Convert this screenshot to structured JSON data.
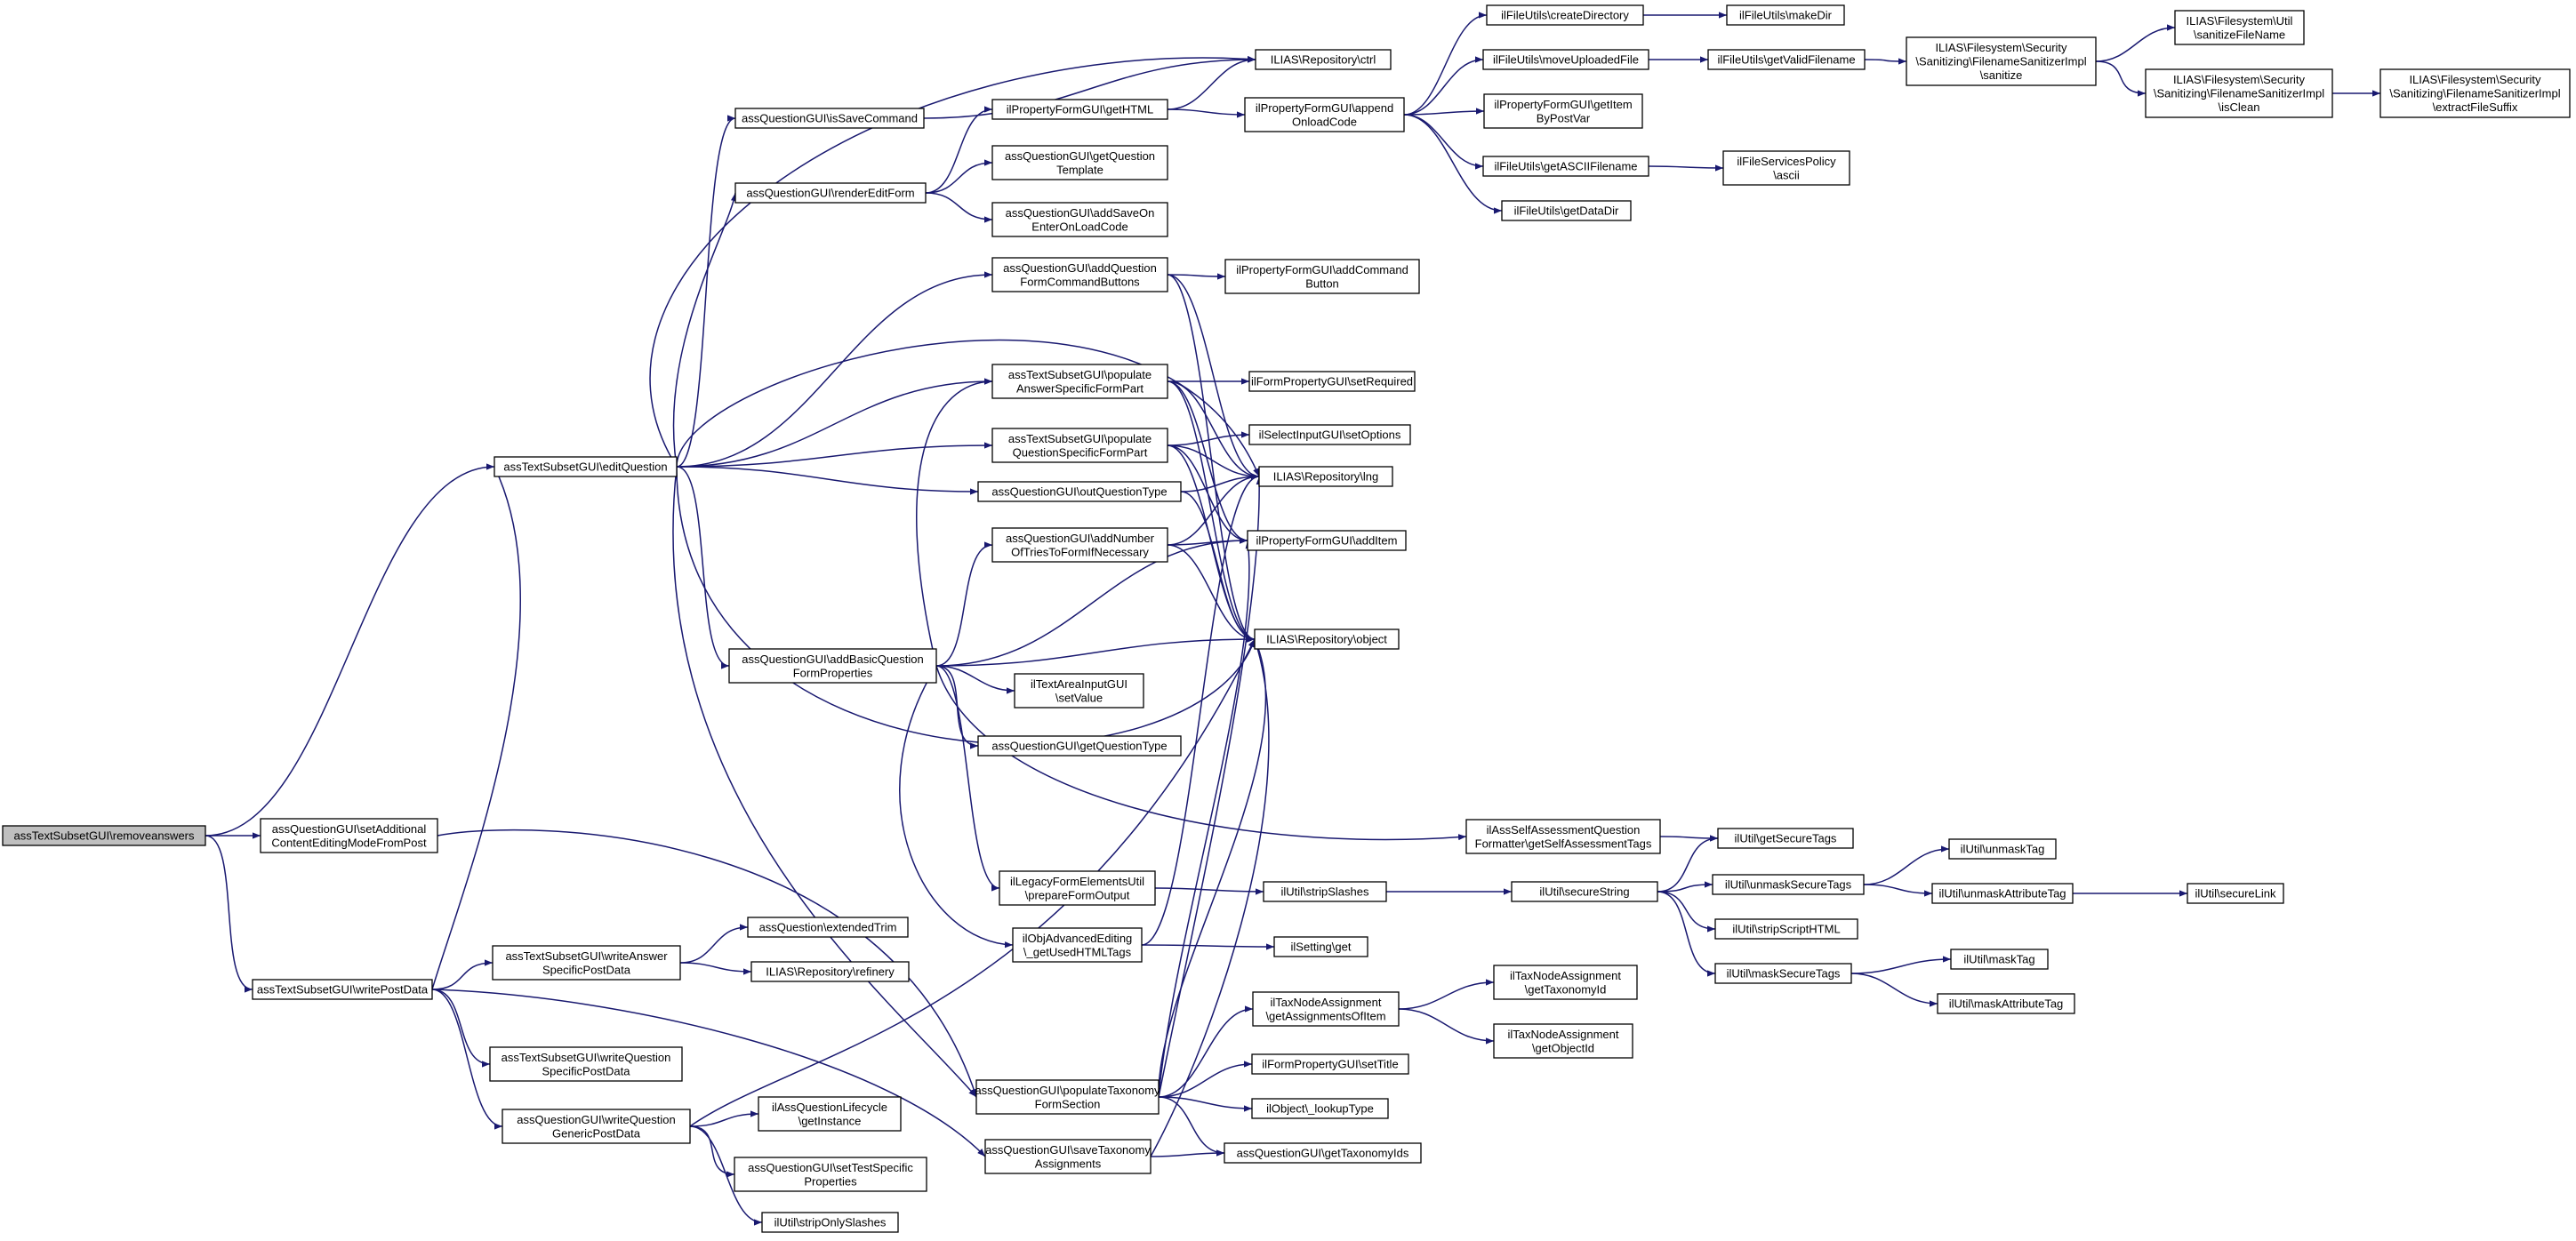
{
  "colors": {
    "edge": "#191970",
    "node_border": "#000000",
    "root_fill": "#bfbfbf",
    "node_fill": "#ffffff"
  },
  "nodes": [
    {
      "id": "removeanswers",
      "lines": [
        "assTextSubsetGUI\\removeanswers"
      ]
    },
    {
      "id": "editQuestion",
      "lines": [
        "assTextSubsetGUI\\editQuestion"
      ]
    },
    {
      "id": "setAdditional",
      "lines": [
        "assQuestionGUI\\setAdditional",
        "ContentEditingModeFromPost"
      ]
    },
    {
      "id": "writePostData",
      "lines": [
        "assTextSubsetGUI\\writePostData"
      ]
    },
    {
      "id": "isSaveCommand",
      "lines": [
        "assQuestionGUI\\isSaveCommand"
      ]
    },
    {
      "id": "renderEditForm",
      "lines": [
        "assQuestionGUI\\renderEditForm"
      ]
    },
    {
      "id": "addBasic",
      "lines": [
        "assQuestionGUI\\addBasicQuestion",
        "FormProperties"
      ]
    },
    {
      "id": "writeAnswer",
      "lines": [
        "assTextSubsetGUI\\writeAnswer",
        "SpecificPostData"
      ]
    },
    {
      "id": "writeQuestionSpecific",
      "lines": [
        "assTextSubsetGUI\\writeQuestion",
        "SpecificPostData"
      ]
    },
    {
      "id": "writeQuestionGeneric",
      "lines": [
        "assQuestionGUI\\writeQuestion",
        "GenericPostData"
      ]
    },
    {
      "id": "ctrl",
      "lines": [
        "ILIAS\\Repository\\ctrl"
      ]
    },
    {
      "id": "getHTML",
      "lines": [
        "ilPropertyFormGUI\\getHTML"
      ]
    },
    {
      "id": "getQuestionTemplate",
      "lines": [
        "assQuestionGUI\\getQuestion",
        "Template"
      ]
    },
    {
      "id": "addSaveOn",
      "lines": [
        "assQuestionGUI\\addSaveOn",
        "EnterOnLoadCode"
      ]
    },
    {
      "id": "addCmdButtons",
      "lines": [
        "assQuestionGUI\\addQuestion",
        "FormCommandButtons"
      ]
    },
    {
      "id": "popAnswer",
      "lines": [
        "assTextSubsetGUI\\populate",
        "AnswerSpecificFormPart"
      ]
    },
    {
      "id": "popQuestion",
      "lines": [
        "assTextSubsetGUI\\populate",
        "QuestionSpecificFormPart"
      ]
    },
    {
      "id": "outQuestionType",
      "lines": [
        "assQuestionGUI\\outQuestionType"
      ]
    },
    {
      "id": "addNumberTries",
      "lines": [
        "assQuestionGUI\\addNumber",
        "OfTriesToFormIfNecessary"
      ]
    },
    {
      "id": "textAreaSetValue",
      "lines": [
        "ilTextAreaInputGUI",
        "\\setValue"
      ]
    },
    {
      "id": "getQuestionType",
      "lines": [
        "assQuestionGUI\\getQuestionType"
      ]
    },
    {
      "id": "legacyPrepare",
      "lines": [
        "ilLegacyFormElementsUtil",
        "\\prepareFormOutput"
      ]
    },
    {
      "id": "objAdvanced",
      "lines": [
        "ilObjAdvancedEditing",
        "\\_getUsedHTMLTags"
      ]
    },
    {
      "id": "extendedTrim",
      "lines": [
        "assQuestion\\extendedTrim"
      ]
    },
    {
      "id": "refinery",
      "lines": [
        "ILIAS\\Repository\\refinery"
      ]
    },
    {
      "id": "populateTaxonomy",
      "lines": [
        "assQuestionGUI\\populateTaxonomy",
        "FormSection"
      ]
    },
    {
      "id": "saveTaxonomy",
      "lines": [
        "assQuestionGUI\\saveTaxonomy",
        "Assignments"
      ]
    },
    {
      "id": "lifecycle",
      "lines": [
        "ilAssQuestionLifecycle",
        "\\getInstance"
      ]
    },
    {
      "id": "setTestSpecific",
      "lines": [
        "assQuestionGUI\\setTestSpecific",
        "Properties"
      ]
    },
    {
      "id": "stripOnlySlashes",
      "lines": [
        "ilUtil\\stripOnlySlashes"
      ]
    },
    {
      "id": "appendOnload",
      "lines": [
        "ilPropertyFormGUI\\append",
        "OnloadCode"
      ]
    },
    {
      "id": "addCommandButton",
      "lines": [
        "ilPropertyFormGUI\\addCommand",
        "Button"
      ]
    },
    {
      "id": "setRequired",
      "lines": [
        "ilFormPropertyGUI\\setRequired"
      ]
    },
    {
      "id": "setOptions",
      "lines": [
        "ilSelectInputGUI\\setOptions"
      ]
    },
    {
      "id": "lng",
      "lines": [
        "ILIAS\\Repository\\lng"
      ]
    },
    {
      "id": "addItem",
      "lines": [
        "ilPropertyFormGUI\\addItem"
      ]
    },
    {
      "id": "object",
      "lines": [
        "ILIAS\\Repository\\object"
      ]
    },
    {
      "id": "selfAssessment",
      "lines": [
        "ilAssSelfAssessmentQuestion",
        "Formatter\\getSelfAssessmentTags"
      ]
    },
    {
      "id": "stripSlashes",
      "lines": [
        "ilUtil\\stripSlashes"
      ]
    },
    {
      "id": "settingGet",
      "lines": [
        "ilSetting\\get"
      ]
    },
    {
      "id": "getAssignmentsOfItem",
      "lines": [
        "ilTaxNodeAssignment",
        "\\getAssignmentsOfItem"
      ]
    },
    {
      "id": "setTitle",
      "lines": [
        "ilFormPropertyGUI\\setTitle"
      ]
    },
    {
      "id": "lookupType",
      "lines": [
        "ilObject\\_lookupType"
      ]
    },
    {
      "id": "getTaxonomyIds",
      "lines": [
        "assQuestionGUI\\getTaxonomyIds"
      ]
    },
    {
      "id": "createDirectory",
      "lines": [
        "ilFileUtils\\createDirectory"
      ]
    },
    {
      "id": "moveUploaded",
      "lines": [
        "ilFileUtils\\moveUploadedFile"
      ]
    },
    {
      "id": "getItemByPostVar",
      "lines": [
        "ilPropertyFormGUI\\getItem",
        "ByPostVar"
      ]
    },
    {
      "id": "getASCII",
      "lines": [
        "ilFileUtils\\getASCIIFilename"
      ]
    },
    {
      "id": "getDataDir",
      "lines": [
        "ilFileUtils\\getDataDir"
      ]
    },
    {
      "id": "makeDir",
      "lines": [
        "ilFileUtils\\makeDir"
      ]
    },
    {
      "id": "getValidFilename",
      "lines": [
        "ilFileUtils\\getValidFilename"
      ]
    },
    {
      "id": "sanitize",
      "lines": [
        "ILIAS\\Filesystem\\Security",
        "\\Sanitizing\\FilenameSanitizerImpl",
        "\\sanitize"
      ]
    },
    {
      "id": "sanitizeFileName",
      "lines": [
        "ILIAS\\Filesystem\\Util",
        "\\sanitizeFileName"
      ]
    },
    {
      "id": "isClean",
      "lines": [
        "ILIAS\\Filesystem\\Security",
        "\\Sanitizing\\FilenameSanitizerImpl",
        "\\isClean"
      ]
    },
    {
      "id": "extractFileSuffix",
      "lines": [
        "ILIAS\\Filesystem\\Security",
        "\\Sanitizing\\FilenameSanitizerImpl",
        "\\extractFileSuffix"
      ]
    },
    {
      "id": "ascii",
      "lines": [
        "ilFileServicesPolicy",
        "\\ascii"
      ]
    },
    {
      "id": "getSecureTags",
      "lines": [
        "ilUtil\\getSecureTags"
      ]
    },
    {
      "id": "secureString",
      "lines": [
        "ilUtil\\secureString"
      ]
    },
    {
      "id": "unmaskSecureTags",
      "lines": [
        "ilUtil\\unmaskSecureTags"
      ]
    },
    {
      "id": "stripScriptHTML",
      "lines": [
        "ilUtil\\stripScriptHTML"
      ]
    },
    {
      "id": "maskSecureTags",
      "lines": [
        "ilUtil\\maskSecureTags"
      ]
    },
    {
      "id": "unmaskTag",
      "lines": [
        "ilUtil\\unmaskTag"
      ]
    },
    {
      "id": "unmaskAttributeTag",
      "lines": [
        "ilUtil\\unmaskAttributeTag"
      ]
    },
    {
      "id": "secureLink",
      "lines": [
        "ilUtil\\secureLink"
      ]
    },
    {
      "id": "maskTag",
      "lines": [
        "ilUtil\\maskTag"
      ]
    },
    {
      "id": "maskAttributeTag",
      "lines": [
        "ilUtil\\maskAttributeTag"
      ]
    },
    {
      "id": "getTaxonomyId",
      "lines": [
        "ilTaxNodeAssignment",
        "\\getTaxonomyId"
      ]
    },
    {
      "id": "getObjectId",
      "lines": [
        "ilTaxNodeAssignment",
        "\\getObjectId"
      ]
    }
  ],
  "edges": [
    [
      "removeanswers",
      "editQuestion"
    ],
    [
      "removeanswers",
      "setAdditional"
    ],
    [
      "removeanswers",
      "writePostData"
    ],
    [
      "editQuestion",
      "ctrl"
    ],
    [
      "editQuestion",
      "isSaveCommand"
    ],
    [
      "editQuestion",
      "renderEditForm"
    ],
    [
      "editQuestion",
      "addCmdButtons"
    ],
    [
      "editQuestion",
      "popAnswer"
    ],
    [
      "editQuestion",
      "popQuestion"
    ],
    [
      "editQuestion",
      "outQuestionType"
    ],
    [
      "editQuestion",
      "addBasic"
    ],
    [
      "editQuestion",
      "object"
    ],
    [
      "editQuestion",
      "populateTaxonomy"
    ],
    [
      "editQuestion",
      "lng"
    ],
    [
      "setAdditional",
      "populateTaxonomy"
    ],
    [
      "writePostData",
      "editQuestion"
    ],
    [
      "writePostData",
      "writeAnswer"
    ],
    [
      "writePostData",
      "writeQuestionSpecific"
    ],
    [
      "writePostData",
      "writeQuestionGeneric"
    ],
    [
      "writePostData",
      "saveTaxonomy"
    ],
    [
      "isSaveCommand",
      "ctrl"
    ],
    [
      "renderEditForm",
      "getHTML"
    ],
    [
      "renderEditForm",
      "getQuestionTemplate"
    ],
    [
      "renderEditForm",
      "addSaveOn"
    ],
    [
      "getHTML",
      "ctrl"
    ],
    [
      "getHTML",
      "appendOnload"
    ],
    [
      "appendOnload",
      "createDirectory"
    ],
    [
      "appendOnload",
      "moveUploaded"
    ],
    [
      "appendOnload",
      "getItemByPostVar"
    ],
    [
      "appendOnload",
      "getASCII"
    ],
    [
      "appendOnload",
      "getDataDir"
    ],
    [
      "createDirectory",
      "makeDir"
    ],
    [
      "moveUploaded",
      "getValidFilename"
    ],
    [
      "getValidFilename",
      "sanitize"
    ],
    [
      "sanitize",
      "sanitizeFileName"
    ],
    [
      "sanitize",
      "isClean"
    ],
    [
      "isClean",
      "extractFileSuffix"
    ],
    [
      "getASCII",
      "ascii"
    ],
    [
      "addCmdButtons",
      "addCommandButton"
    ],
    [
      "addCmdButtons",
      "lng"
    ],
    [
      "addCmdButtons",
      "object"
    ],
    [
      "popAnswer",
      "setRequired"
    ],
    [
      "popAnswer",
      "lng"
    ],
    [
      "popAnswer",
      "addItem"
    ],
    [
      "popAnswer",
      "object"
    ],
    [
      "popQuestion",
      "setOptions"
    ],
    [
      "popQuestion",
      "lng"
    ],
    [
      "popQuestion",
      "addItem"
    ],
    [
      "popQuestion",
      "object"
    ],
    [
      "outQuestionType",
      "lng"
    ],
    [
      "outQuestionType",
      "object"
    ],
    [
      "addNumberTries",
      "lng"
    ],
    [
      "addNumberTries",
      "addItem"
    ],
    [
      "addNumberTries",
      "object"
    ],
    [
      "addBasic",
      "popAnswer"
    ],
    [
      "addBasic",
      "addNumberTries"
    ],
    [
      "addBasic",
      "addItem"
    ],
    [
      "addBasic",
      "object"
    ],
    [
      "addBasic",
      "textAreaSetValue"
    ],
    [
      "addBasic",
      "getQuestionType"
    ],
    [
      "addBasic",
      "selfAssessment"
    ],
    [
      "addBasic",
      "legacyPrepare"
    ],
    [
      "addBasic",
      "objAdvanced"
    ],
    [
      "selfAssessment",
      "getSecureTags"
    ],
    [
      "legacyPrepare",
      "stripSlashes"
    ],
    [
      "stripSlashes",
      "secureString"
    ],
    [
      "secureString",
      "getSecureTags"
    ],
    [
      "secureString",
      "unmaskSecureTags"
    ],
    [
      "secureString",
      "stripScriptHTML"
    ],
    [
      "secureString",
      "maskSecureTags"
    ],
    [
      "unmaskSecureTags",
      "unmaskTag"
    ],
    [
      "unmaskSecureTags",
      "unmaskAttributeTag"
    ],
    [
      "unmaskAttributeTag",
      "secureLink"
    ],
    [
      "maskSecureTags",
      "maskTag"
    ],
    [
      "maskSecureTags",
      "maskAttributeTag"
    ],
    [
      "objAdvanced",
      "settingGet"
    ],
    [
      "objAdvanced",
      "lng"
    ],
    [
      "writeAnswer",
      "extendedTrim"
    ],
    [
      "writeAnswer",
      "refinery"
    ],
    [
      "writeQuestionGeneric",
      "lifecycle"
    ],
    [
      "writeQuestionGeneric",
      "setTestSpecific"
    ],
    [
      "writeQuestionGeneric",
      "stripOnlySlashes"
    ],
    [
      "writeQuestionGeneric",
      "object"
    ],
    [
      "populateTaxonomy",
      "getAssignmentsOfItem"
    ],
    [
      "populateTaxonomy",
      "setTitle"
    ],
    [
      "populateTaxonomy",
      "lookupType"
    ],
    [
      "populateTaxonomy",
      "getTaxonomyIds"
    ],
    [
      "populateTaxonomy",
      "lng"
    ],
    [
      "populateTaxonomy",
      "addItem"
    ],
    [
      "populateTaxonomy",
      "object"
    ],
    [
      "saveTaxonomy",
      "getTaxonomyIds"
    ],
    [
      "saveTaxonomy",
      "object"
    ],
    [
      "getAssignmentsOfItem",
      "getTaxonomyId"
    ],
    [
      "getAssignmentsOfItem",
      "getObjectId"
    ]
  ]
}
